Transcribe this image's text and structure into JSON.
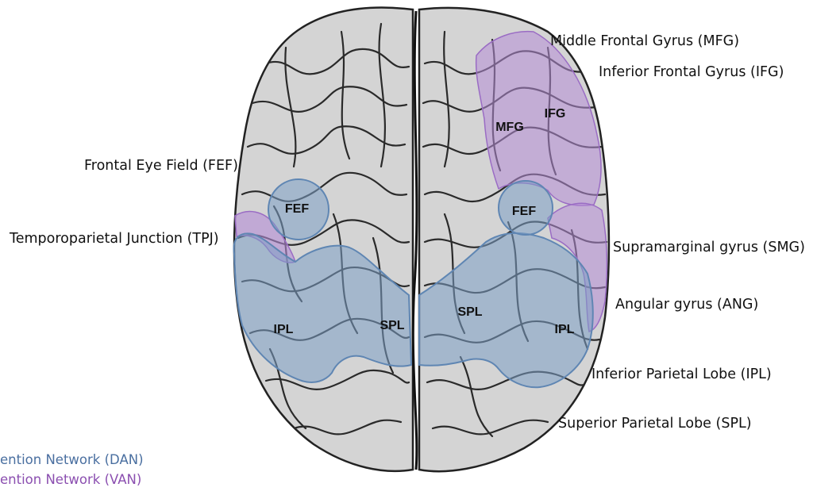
{
  "colors": {
    "dan": "#7b9fc4",
    "van": "#b48cd6",
    "dan_text": "#4a6fa0",
    "van_text": "#8b4fb0",
    "label_text": "#111111"
  },
  "external_labels": {
    "mfg": "Middle Frontal Gyrus (MFG)",
    "ifg": "Inferior Frontal Gyrus (IFG)",
    "fef": "Frontal Eye Field (FEF)",
    "tpj": "Temporoparietal Junction (TPJ)",
    "smg": "Supramarginal gyrus (SMG)",
    "ang": "Angular gyrus (ANG)",
    "ipl": "Inferior Parietal Lobe (IPL)",
    "spl": "Superior Parietal Lobe (SPL)"
  },
  "region_labels": {
    "fef_left": "FEF",
    "fef_right": "FEF",
    "mfg": "MFG",
    "ifg": "IFG",
    "spl_left": "SPL",
    "spl_right": "SPL",
    "ipl_left": "IPL",
    "ipl_right": "IPL"
  },
  "legend": {
    "dan": "ention Network (DAN)",
    "van": "ention Network (VAN)"
  }
}
